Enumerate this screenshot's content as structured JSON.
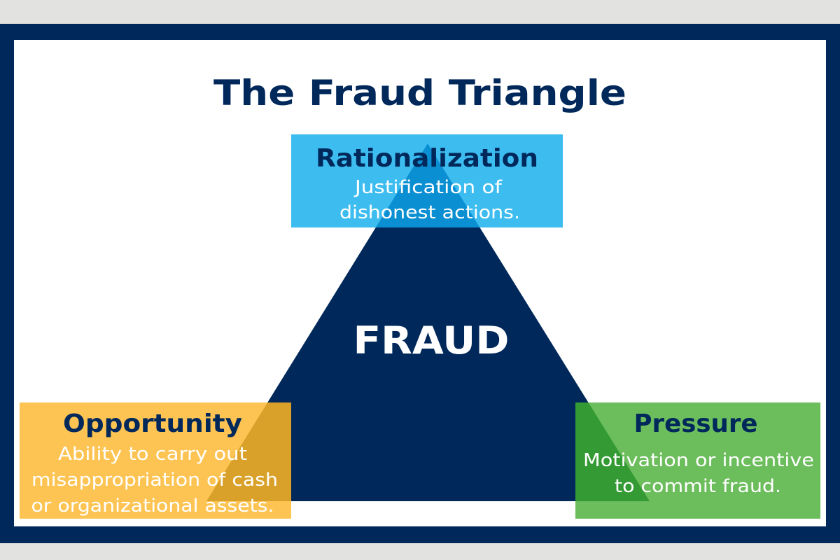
{
  "title": "The Fraud Triangle",
  "center_label": "FRAUD",
  "rationalization": {
    "heading": "Rationalization",
    "lines": [
      "Justification of",
      "dishonest actions."
    ]
  },
  "opportunity": {
    "heading": "Opportunity",
    "lines": [
      "Ability to carry out",
      "misappropriation of cash",
      "or organizational assets."
    ]
  },
  "pressure": {
    "heading": "Pressure",
    "lines": [
      "Motivation or incentive",
      "to commit fraud."
    ]
  },
  "colors": {
    "navy": "#00285a",
    "blue": "#3dbcf0",
    "blue_overlap": "#0a8fd2",
    "yellow": "#fdc453",
    "yellow_overlap": "#daa12a",
    "green": "#6cbd5c",
    "green_overlap": "#349a34"
  }
}
